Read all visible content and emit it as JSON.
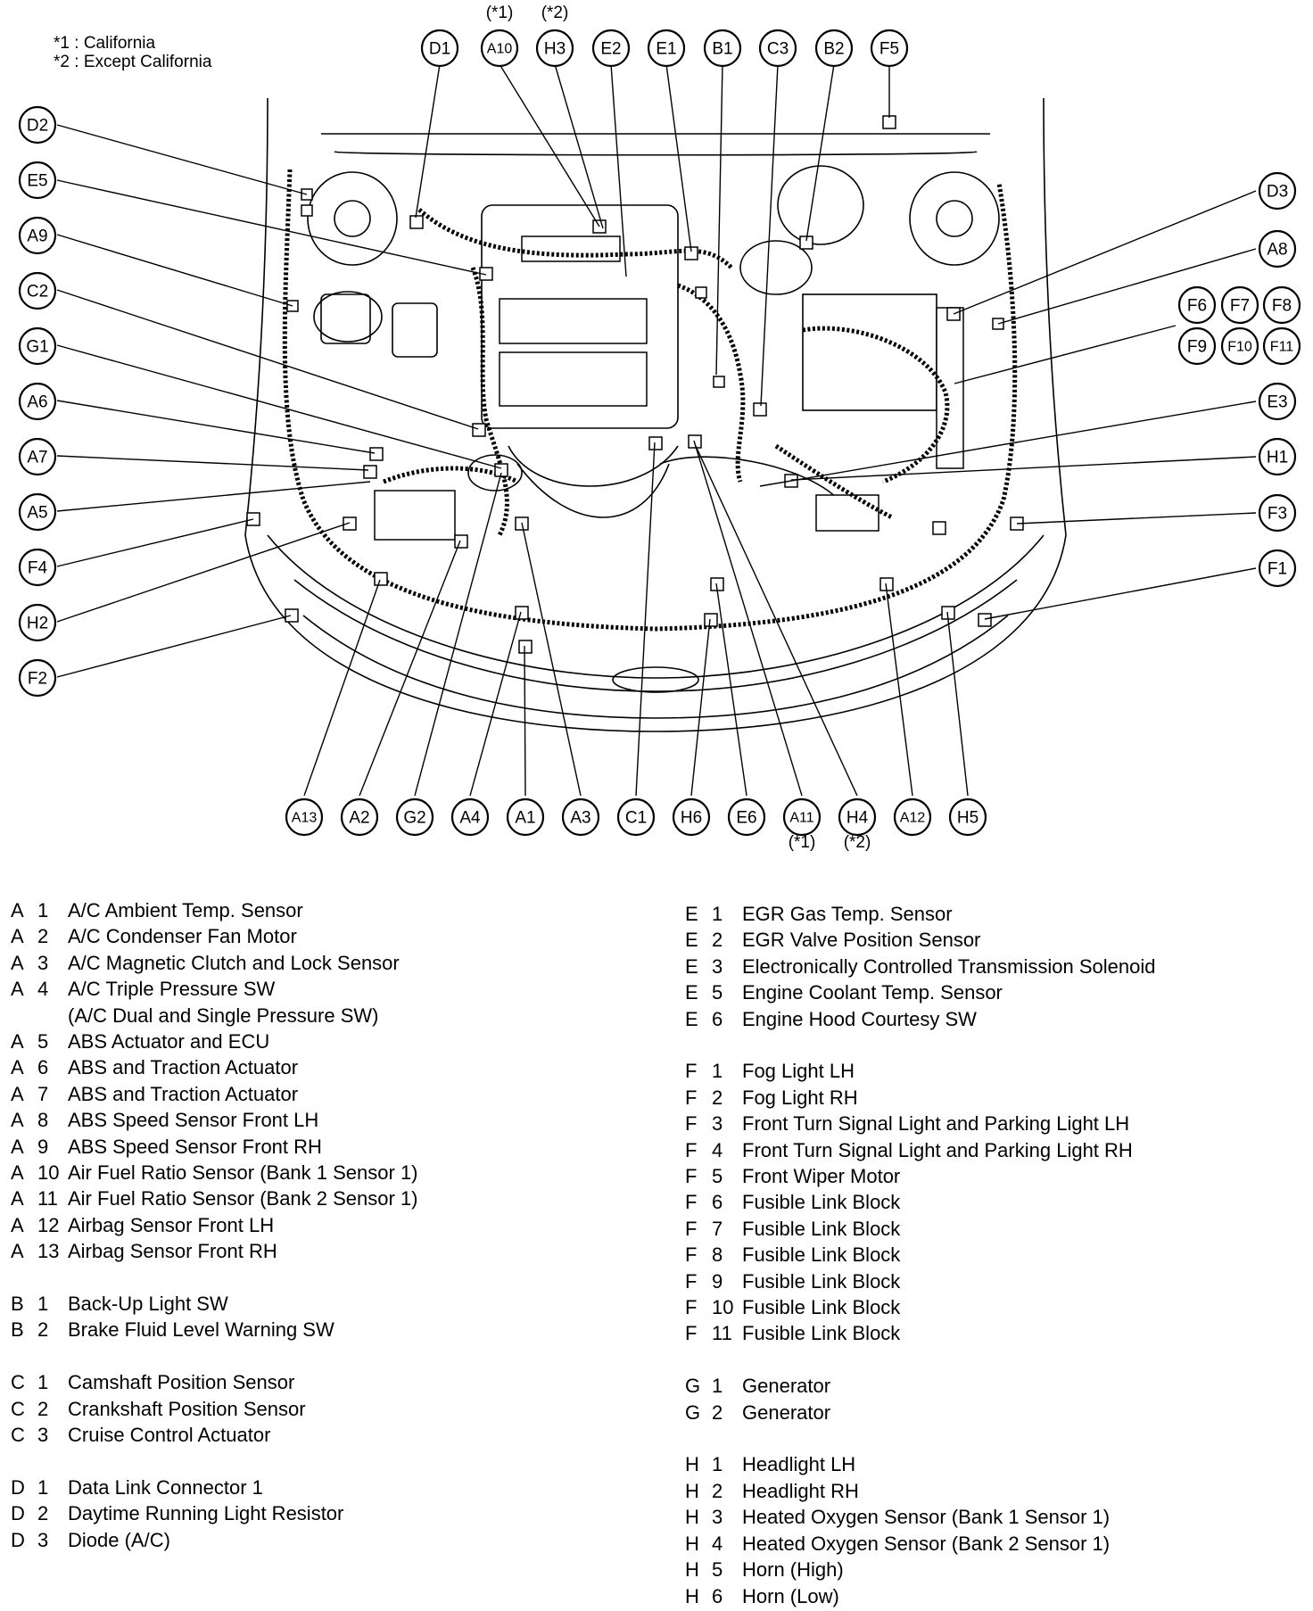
{
  "notes": [
    {
      "mark": "*1",
      "text": "California"
    },
    {
      "mark": "*2",
      "text": "Except California"
    }
  ],
  "variant_marks": {
    "a10": "(*1)",
    "h3": "(*2)",
    "a11": "(*1)",
    "h4": "(*2)"
  },
  "callouts_top": [
    "D1",
    "A10",
    "H3",
    "E2",
    "E1",
    "B1",
    "C3",
    "B2",
    "F5"
  ],
  "callouts_left": [
    "D2",
    "E5",
    "A9",
    "C2",
    "G1",
    "A6",
    "A7",
    "A5",
    "F4",
    "H2",
    "F2"
  ],
  "callouts_right": [
    "D3",
    "A8",
    "E3",
    "H1",
    "F3",
    "F1"
  ],
  "callouts_fuse": [
    "F6",
    "F7",
    "F8",
    "F9",
    "F10",
    "F11"
  ],
  "callouts_bottom": [
    "A13",
    "A2",
    "G2",
    "A4",
    "A1",
    "A3",
    "C1",
    "H6",
    "E6",
    "A11",
    "H4",
    "A12",
    "H5"
  ],
  "legend_left": [
    {
      "letter": "A",
      "num": "1",
      "name": "A/C Ambient Temp. Sensor"
    },
    {
      "letter": "A",
      "num": "2",
      "name": "A/C Condenser Fan Motor"
    },
    {
      "letter": "A",
      "num": "3",
      "name": "A/C Magnetic Clutch and Lock Sensor"
    },
    {
      "letter": "A",
      "num": "4",
      "name": "A/C Triple Pressure SW"
    },
    {
      "letter": "",
      "num": "",
      "name": "(A/C Dual and Single Pressure SW)"
    },
    {
      "letter": "A",
      "num": "5",
      "name": "ABS Actuator and ECU"
    },
    {
      "letter": "A",
      "num": "6",
      "name": "ABS and Traction Actuator"
    },
    {
      "letter": "A",
      "num": "7",
      "name": "ABS and Traction Actuator"
    },
    {
      "letter": "A",
      "num": "8",
      "name": "ABS Speed Sensor Front LH"
    },
    {
      "letter": "A",
      "num": "9",
      "name": "ABS Speed Sensor Front RH"
    },
    {
      "letter": "A",
      "num": "10",
      "name": "Air Fuel Ratio Sensor (Bank 1 Sensor 1)"
    },
    {
      "letter": "A",
      "num": "11",
      "name": "Air Fuel Ratio Sensor (Bank 2 Sensor 1)"
    },
    {
      "letter": "A",
      "num": "12",
      "name": "Airbag Sensor Front LH"
    },
    {
      "letter": "A",
      "num": "13",
      "name": "Airbag Sensor Front RH"
    },
    null,
    {
      "letter": "B",
      "num": "1",
      "name": "Back-Up Light SW"
    },
    {
      "letter": "B",
      "num": "2",
      "name": "Brake Fluid Level Warning SW"
    },
    null,
    {
      "letter": "C",
      "num": "1",
      "name": "Camshaft Position Sensor"
    },
    {
      "letter": "C",
      "num": "2",
      "name": "Crankshaft Position Sensor"
    },
    {
      "letter": "C",
      "num": "3",
      "name": "Cruise Control Actuator"
    },
    null,
    {
      "letter": "D",
      "num": "1",
      "name": "Data Link Connector 1"
    },
    {
      "letter": "D",
      "num": "2",
      "name": "Daytime Running Light Resistor"
    },
    {
      "letter": "D",
      "num": "3",
      "name": "Diode (A/C)"
    }
  ],
  "legend_right": [
    {
      "letter": "E",
      "num": "1",
      "name": "EGR Gas Temp. Sensor"
    },
    {
      "letter": "E",
      "num": "2",
      "name": "EGR Valve Position Sensor"
    },
    {
      "letter": "E",
      "num": "3",
      "name": "Electronically Controlled Transmission Solenoid"
    },
    {
      "letter": "E",
      "num": "5",
      "name": "Engine Coolant Temp. Sensor"
    },
    {
      "letter": "E",
      "num": "6",
      "name": "Engine Hood Courtesy SW"
    },
    null,
    {
      "letter": "F",
      "num": "1",
      "name": "Fog Light LH"
    },
    {
      "letter": "F",
      "num": "2",
      "name": "Fog Light RH"
    },
    {
      "letter": "F",
      "num": "3",
      "name": "Front Turn Signal Light and Parking Light LH"
    },
    {
      "letter": "F",
      "num": "4",
      "name": "Front Turn Signal Light and Parking Light RH"
    },
    {
      "letter": "F",
      "num": "5",
      "name": "Front Wiper Motor"
    },
    {
      "letter": "F",
      "num": "6",
      "name": "Fusible Link Block"
    },
    {
      "letter": "F",
      "num": "7",
      "name": "Fusible Link Block"
    },
    {
      "letter": "F",
      "num": "8",
      "name": "Fusible Link Block"
    },
    {
      "letter": "F",
      "num": "9",
      "name": "Fusible Link Block"
    },
    {
      "letter": "F",
      "num": "10",
      "name": "Fusible Link Block"
    },
    {
      "letter": "F",
      "num": "11",
      "name": "Fusible Link Block"
    },
    null,
    {
      "letter": "G",
      "num": "1",
      "name": "Generator"
    },
    {
      "letter": "G",
      "num": "2",
      "name": "Generator"
    },
    null,
    {
      "letter": "H",
      "num": "1",
      "name": "Headlight LH"
    },
    {
      "letter": "H",
      "num": "2",
      "name": "Headlight RH"
    },
    {
      "letter": "H",
      "num": "3",
      "name": "Heated Oxygen Sensor (Bank 1 Sensor 1)"
    },
    {
      "letter": "H",
      "num": "4",
      "name": "Heated Oxygen Sensor (Bank 2 Sensor 1)"
    },
    {
      "letter": "H",
      "num": "5",
      "name": "Horn (High)"
    },
    {
      "letter": "H",
      "num": "6",
      "name": "Horn (Low)"
    }
  ]
}
